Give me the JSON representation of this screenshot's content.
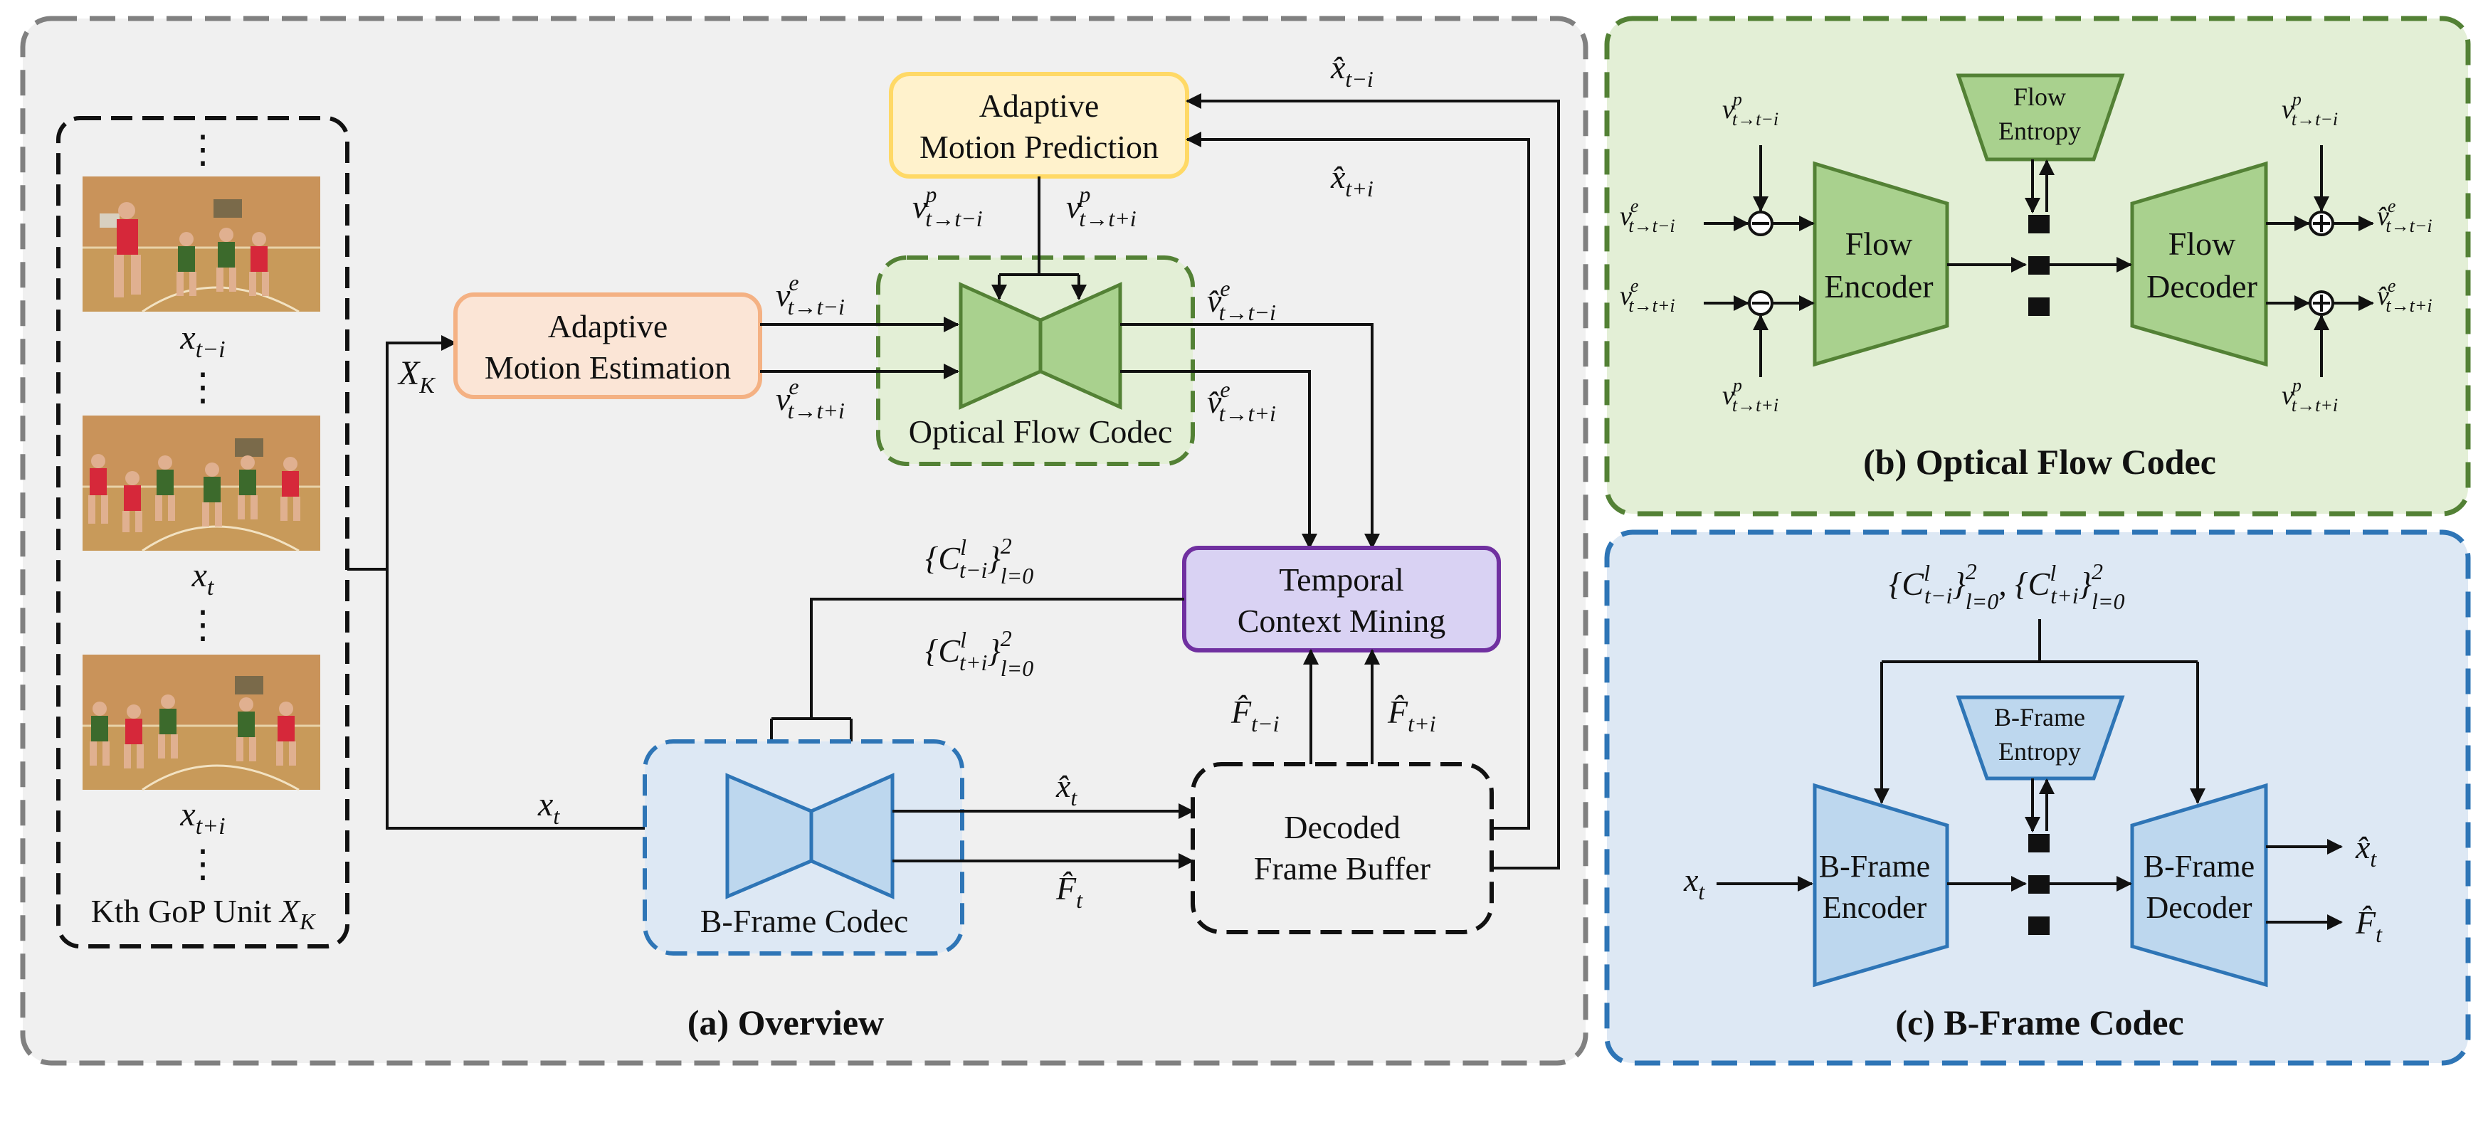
{
  "overview": {
    "caption": "(a) Overview",
    "gop": {
      "dots": "⋮",
      "label_prefix": "Kth GoP Unit ",
      "label_var": "X",
      "label_sub": "K",
      "frame_labels": [
        {
          "base": "x",
          "sub": "t−i"
        },
        {
          "base": "x",
          "sub": "t"
        },
        {
          "base": "x",
          "sub": "t+i"
        }
      ]
    },
    "xk_label": {
      "base": "X",
      "sub": "K"
    },
    "xt_label": {
      "base": "x",
      "sub": "t"
    },
    "motion_estimation": {
      "line1": "Adaptive",
      "line2": "Motion Estimation"
    },
    "motion_prediction": {
      "line1": "Adaptive",
      "line2": "Motion Prediction"
    },
    "flow_codec_label": "Optical Flow Codec",
    "temporal_context": {
      "line1": "Temporal",
      "line2": "Context Mining"
    },
    "bframe_codec_label": "B-Frame Codec",
    "frame_buffer": {
      "line1": "Decoded",
      "line2": "Frame Buffer"
    },
    "edge_labels": {
      "v_e_minus": {
        "base": "v",
        "sup": "e",
        "sub": "t→t−i"
      },
      "v_e_plus": {
        "base": "v",
        "sup": "e",
        "sub": "t→t+i"
      },
      "v_p_minus": {
        "base": "v",
        "sup": "p",
        "sub": "t→t−i"
      },
      "v_p_plus": {
        "base": "v",
        "sup": "p",
        "sub": "t→t+i"
      },
      "vhat_e_minus": {
        "base": "v̂",
        "sup": "e",
        "sub": "t→t−i"
      },
      "vhat_e_plus": {
        "base": "v̂",
        "sup": "e",
        "sub": "t→t+i"
      },
      "xhat_minus": {
        "base": "x̂",
        "sub": "t−i"
      },
      "xhat_plus": {
        "base": "x̂",
        "sub": "t+i"
      },
      "xhat_t": {
        "base": "x̂",
        "sub": "t"
      },
      "fhat_t": {
        "base": "F̂",
        "sub": "t"
      },
      "fhat_minus": {
        "base": "F̂",
        "sub": "t−i"
      },
      "fhat_plus": {
        "base": "F̂",
        "sub": "t+i"
      },
      "ctx_minus": {
        "open": "{",
        "base": "C",
        "sup_inner": "l",
        "sub_inner": "t−i",
        "close": "}",
        "sup": "2",
        "sub": "l=0"
      },
      "ctx_plus": {
        "open": "{",
        "base": "C",
        "sup_inner": "l",
        "sub_inner": "t+i",
        "close": "}",
        "sup": "2",
        "sub": "l=0"
      }
    }
  },
  "optical_flow": {
    "caption": "(b) Optical Flow Codec",
    "encoder": {
      "line1": "Flow",
      "line2": "Encoder"
    },
    "decoder": {
      "line1": "Flow",
      "line2": "Decoder"
    },
    "entropy": {
      "line1": "Flow",
      "line2": "Entropy"
    }
  },
  "bframe": {
    "caption": "(c) B-Frame Codec",
    "encoder": {
      "line1": "B-Frame",
      "line2": "Encoder"
    },
    "decoder": {
      "line1": "B-Frame",
      "line2": "Decoder"
    },
    "entropy": {
      "line1": "B-Frame",
      "line2": "Entropy"
    },
    "context_label": "{C^l_{t−i}}^2_{l=0}, {C^l_{t+i}}^2_{l=0}"
  },
  "colors": {
    "overview_bg": "#f0f0f0",
    "flow_bg": "#e3efd6",
    "bframe_bg": "#dde8f4",
    "flow_green": "#a9d18e",
    "flow_green_dark": "#538135",
    "bframe_blue": "#bdd7ee",
    "bframe_blue_dark": "#2e75b6",
    "estimation_fill": "#fbe5d6",
    "estimation_stroke": "#f4b183",
    "prediction_fill": "#fff2cc",
    "prediction_stroke": "#ffd966",
    "context_fill": "#d9d2f3",
    "context_stroke": "#7030a0",
    "court_floor": "#c89a5a",
    "court_wall": "#b5834c"
  }
}
